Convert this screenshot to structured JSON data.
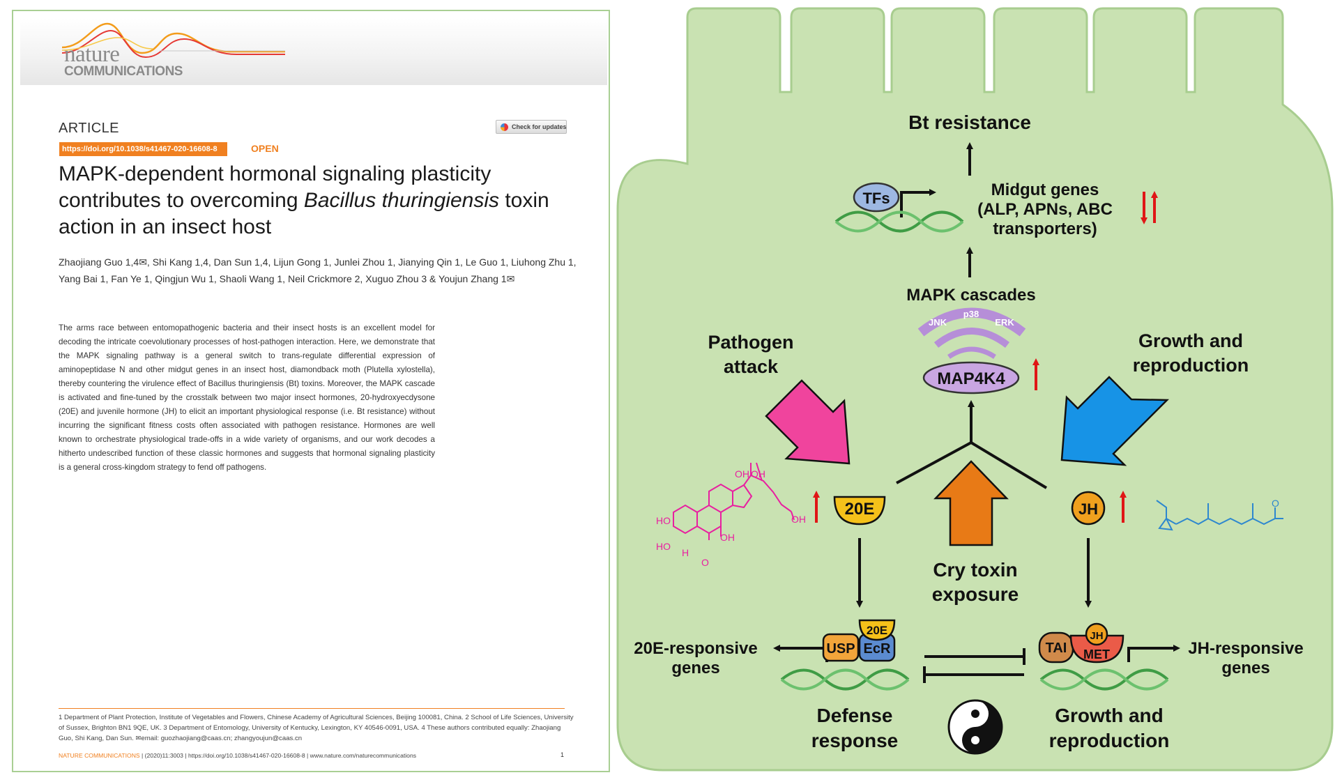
{
  "paper": {
    "brand_line1": "nature",
    "brand_line2": "COMMUNICATIONS",
    "article_label": "ARTICLE",
    "check_updates": "Check for updates",
    "doi_badge": "https://doi.org/10.1038/s41467-020-16608-8",
    "open_label": "OPEN",
    "title_part1": "MAPK-dependent hormonal signaling plasticity contributes to overcoming",
    "title_italic": "Bacillus thuringiensis",
    "title_part2": "toxin action in an insect host",
    "authors": "Zhaojiang Guo 1,4✉, Shi Kang 1,4, Dan Sun 1,4, Lijun Gong 1, Junlei Zhou 1, Jianying Qin 1, Le Guo 1, Liuhong Zhu 1, Yang Bai 1, Fan Ye 1, Qingjun Wu 1, Shaoli Wang 1, Neil Crickmore 2, Xuguo Zhou 3 & Youjun Zhang 1✉",
    "abstract": "The arms race between entomopathogenic bacteria and their insect hosts is an excellent model for decoding the intricate coevolutionary processes of host-pathogen interaction. Here, we demonstrate that the MAPK signaling pathway is a general switch to trans-regulate differential expression of aminopeptidase N and other midgut genes in an insect host, diamondback moth (Plutella xylostella), thereby countering the virulence effect of Bacillus thuringiensis (Bt) toxins. Moreover, the MAPK cascade is activated and fine-tuned by the crosstalk between two major insect hormones, 20-hydroxyecdysone (20E) and juvenile hormone (JH) to elicit an important physiological response (i.e. Bt resistance) without incurring the significant fitness costs often associated with pathogen resistance. Hormones are well known to orchestrate physiological trade-offs in a wide variety of organisms, and our work decodes a hitherto undescribed function of these classic hormones and suggests that hormonal signaling plasticity is a general cross-kingdom strategy to fend off pathogens.",
    "affiliations": "1 Department of Plant Protection, Institute of Vegetables and Flowers, Chinese Academy of Agricultural Sciences, Beijing 100081, China. 2 School of Life Sciences, University of Sussex, Brighton BN1 9QE, UK. 3 Department of Entomology, University of Kentucky, Lexington, KY 40546-0091, USA. 4 These authors contributed equally: Zhaojiang Guo, Shi Kang, Dan Sun. ✉email: guozhaojiang@caas.cn; zhangyoujun@caas.cn",
    "footer_journal": "NATURE COMMUNICATIONS",
    "footer_rest": "| (2020)11:3003 | https://doi.org/10.1038/s41467-020-16608-8 | www.nature.com/naturecommunications",
    "page_number": "1"
  },
  "diagram": {
    "bt_resistance": "Bt resistance",
    "tfs": "TFs",
    "midgut_line1": "Midgut genes",
    "midgut_line2": "(ALP, APNs, ABC",
    "midgut_line3": "transporters)",
    "mapk_cascades": "MAPK cascades",
    "jnk": "JNK",
    "p38": "p38",
    "erk": "ERK",
    "map4k4": "MAP4K4",
    "pathogen_line1": "Pathogen",
    "pathogen_line2": "attack",
    "growth_top_line1": "Growth and",
    "growth_top_line2": "reproduction",
    "e20": "20E",
    "jh": "JH",
    "cry_line1": "Cry toxin",
    "cry_line2": "exposure",
    "e20_genes_line1": "20E-responsive",
    "e20_genes_line2": "genes",
    "jh_genes_line1": "JH-responsive",
    "jh_genes_line2": "genes",
    "usp": "USP",
    "ecr": "EcR",
    "tai": "TAI",
    "met": "MET",
    "defense_line1": "Defense",
    "defense_line2": "response",
    "growth_bottom_line1": "Growth and",
    "growth_bottom_line2": "reproduction",
    "chem_oh": "OH",
    "chem_ho": "HO",
    "chem_h": "H",
    "chem_o": "O",
    "colors": {
      "cell_fill": "#c9e2b2",
      "cell_stroke": "#a8cd8f",
      "pathogen_arrow": "#f0449d",
      "growth_arrow": "#1793e6",
      "cry_arrow": "#e87a16",
      "hormone_yellow": "#f5c11a",
      "jh_orange": "#f0a01e",
      "usp_orange": "#f2a53a",
      "ecr_blue": "#5b8bd0",
      "tai_tan": "#d08a4a",
      "met_red": "#ea5b48",
      "mapk_purple": "#b68ed8",
      "tfs_blue": "#9db8e2",
      "up_red": "#e01616",
      "dna_green": "#3f9c45",
      "chem_magenta": "#e81fa0",
      "chem_blue": "#2d87cf"
    }
  }
}
